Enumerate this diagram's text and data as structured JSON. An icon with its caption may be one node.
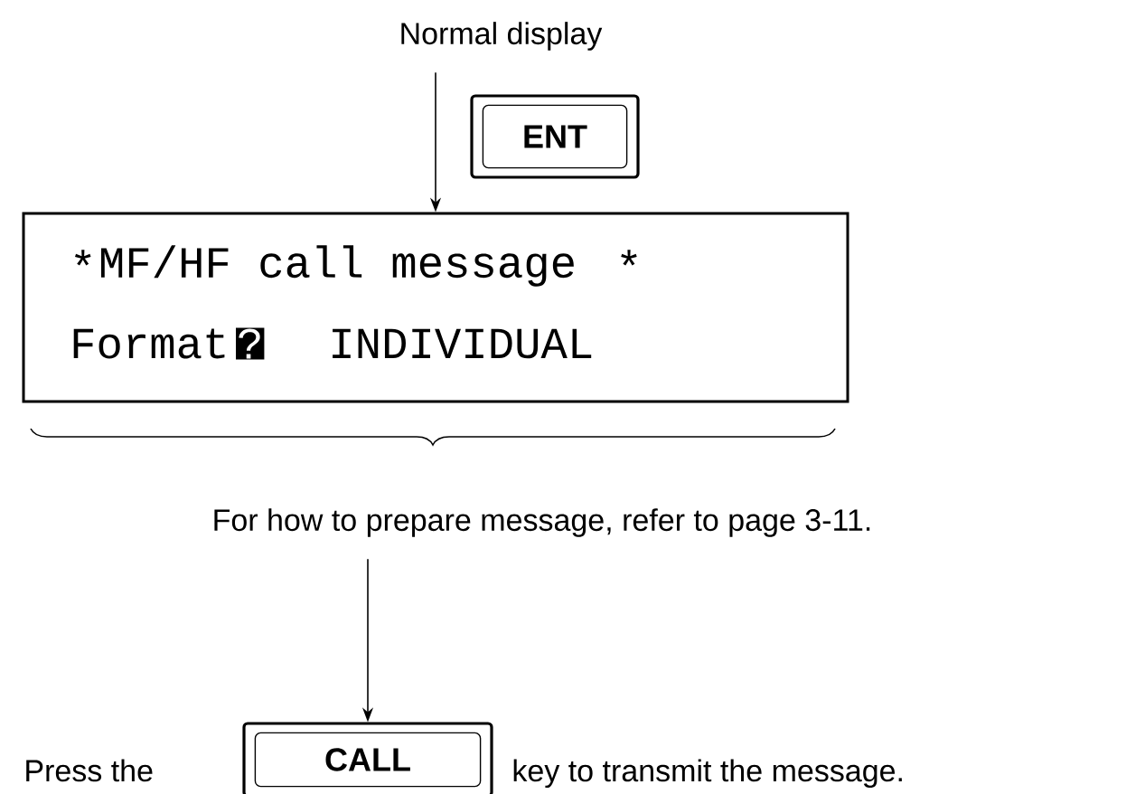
{
  "diagram": {
    "nodes": [
      {
        "text": [
          "Normal display"
        ]
      },
      {
        "text": [
          "*",
          "MF/HF call message",
          "*",
          "Format",
          "?",
          "INDIVIDUAL"
        ]
      },
      {
        "text": [
          "For how to prepare message, refer to page 3-11."
        ]
      },
      {
        "text": [
          "CALL"
        ]
      },
      {
        "text": [
          "ENT"
        ]
      }
    ],
    "edges": [
      {
        "from": 0,
        "to": 1,
        "arrow": "to"
      },
      {
        "from": 2,
        "to": 3,
        "arrow": "to"
      }
    ],
    "labels": [
      "Press the",
      "key to transmit the message."
    ]
  }
}
